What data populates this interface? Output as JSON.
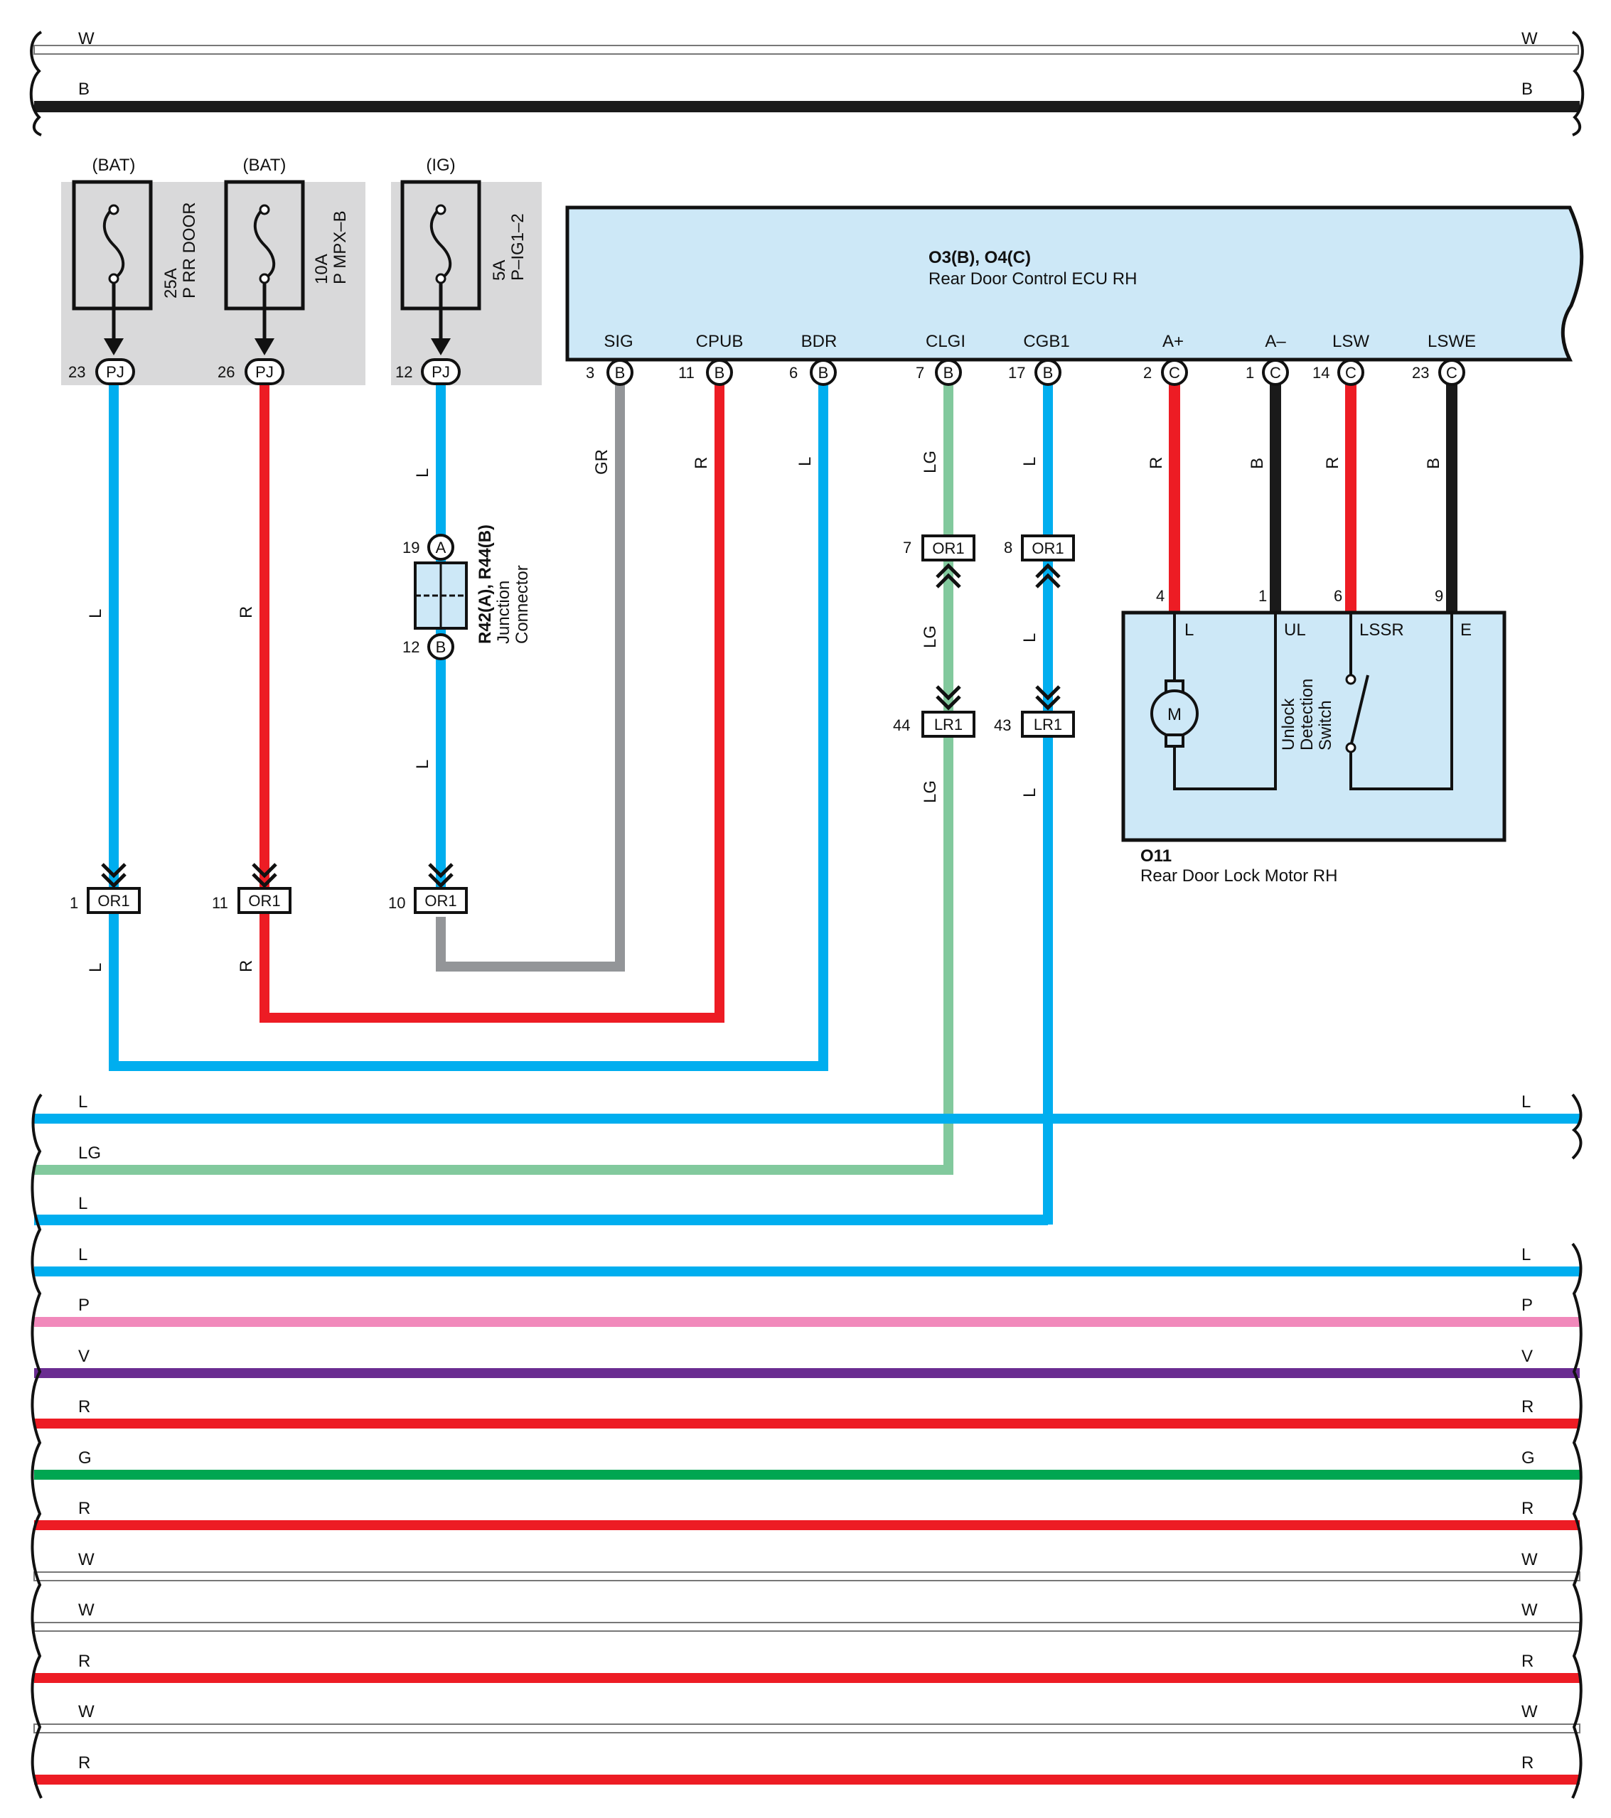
{
  "bus_top": [
    {
      "code": "W",
      "color": "#ffffff"
    },
    {
      "code": "B",
      "color": "#1a1a1a"
    }
  ],
  "bus_bottom": [
    {
      "code": "L",
      "color": "#00aeef"
    },
    {
      "code": "LG",
      "color": "#82c99d"
    },
    {
      "code": "L",
      "color": "#00aeef"
    },
    {
      "code": "L",
      "color": "#00aeef"
    },
    {
      "code": "P",
      "color": "#f189bb"
    },
    {
      "code": "V",
      "color": "#6a2c91"
    },
    {
      "code": "R",
      "color": "#ed1c24"
    },
    {
      "code": "G",
      "color": "#00a651"
    },
    {
      "code": "R",
      "color": "#ed1c24"
    },
    {
      "code": "W",
      "color": "#ffffff"
    },
    {
      "code": "W",
      "color": "#ffffff"
    },
    {
      "code": "R",
      "color": "#ed1c24"
    },
    {
      "code": "W",
      "color": "#ffffff"
    },
    {
      "code": "R",
      "color": "#ed1c24"
    }
  ],
  "fuses": [
    {
      "source": "(BAT)",
      "rating": "25A",
      "name": "P RR DOOR",
      "pin": "23",
      "conn": "PJ"
    },
    {
      "source": "(BAT)",
      "rating": "10A",
      "name": "P MPX–B",
      "pin": "26",
      "conn": "PJ"
    },
    {
      "source": "(IG)",
      "rating": "5A",
      "name": "P–IG1–2",
      "pin": "12",
      "conn": "PJ"
    }
  ],
  "ecu": {
    "code": "O3(B), O4(C)",
    "name": "Rear Door Control ECU RH",
    "terminals": [
      {
        "name": "SIG",
        "pin": "3",
        "conn": "B",
        "wire": "GR"
      },
      {
        "name": "CPUB",
        "pin": "11",
        "conn": "B",
        "wire": "R"
      },
      {
        "name": "BDR",
        "pin": "6",
        "conn": "B",
        "wire": "L"
      },
      {
        "name": "CLGI",
        "pin": "7",
        "conn": "B",
        "wire": "LG"
      },
      {
        "name": "CGB1",
        "pin": "17",
        "conn": "B",
        "wire": "L"
      },
      {
        "name": "A+",
        "pin": "2",
        "conn": "C",
        "wire": "R"
      },
      {
        "name": "A–",
        "pin": "1",
        "conn": "C",
        "wire": "B"
      },
      {
        "name": "LSW",
        "pin": "14",
        "conn": "C",
        "wire": "R"
      },
      {
        "name": "LSWE",
        "pin": "23",
        "conn": "C",
        "wire": "B"
      }
    ]
  },
  "junction": {
    "code": "R42(A), R44(B)",
    "name_line1": "Junction",
    "name_line2": "Connector",
    "pin_top": "19",
    "conn_top": "A",
    "pin_bottom": "12",
    "conn_bottom": "B"
  },
  "inline_connectors": [
    {
      "pin": "1",
      "name": "OR1"
    },
    {
      "pin": "11",
      "name": "OR1"
    },
    {
      "pin": "10",
      "name": "OR1"
    },
    {
      "pin": "7",
      "name": "OR1"
    },
    {
      "pin": "8",
      "name": "OR1"
    },
    {
      "pin": "44",
      "name": "LR1"
    },
    {
      "pin": "43",
      "name": "LR1"
    }
  ],
  "motor": {
    "code": "O11",
    "name": "Rear Door Lock Motor RH",
    "pins": [
      {
        "pin": "4",
        "name": "L"
      },
      {
        "pin": "1",
        "name": "UL"
      },
      {
        "pin": "6",
        "name": "LSSR"
      },
      {
        "pin": "9",
        "name": "E"
      }
    ],
    "motor_label": "M",
    "switch_line1": "Unlock",
    "switch_line2": "Detection",
    "switch_line3": "Switch"
  },
  "wire_codes": {
    "fuse1_l": "L",
    "fuse2_r": "R",
    "fuse3_l": "L",
    "fuse3_l_lower": "L",
    "or1_1_out": "L",
    "or1_11_out": "R",
    "clgi_mid": "LG",
    "clgi_low": "LG",
    "cgb1_mid": "L",
    "cgb1_low": "L"
  },
  "colors": {
    "L": "#00aeef",
    "R": "#ed1c24",
    "B": "#1a1a1a",
    "GR": "#939598",
    "LG": "#82c99d",
    "ecu_fill": "#cde8f7",
    "fuse_bg": "#d9d9da"
  }
}
